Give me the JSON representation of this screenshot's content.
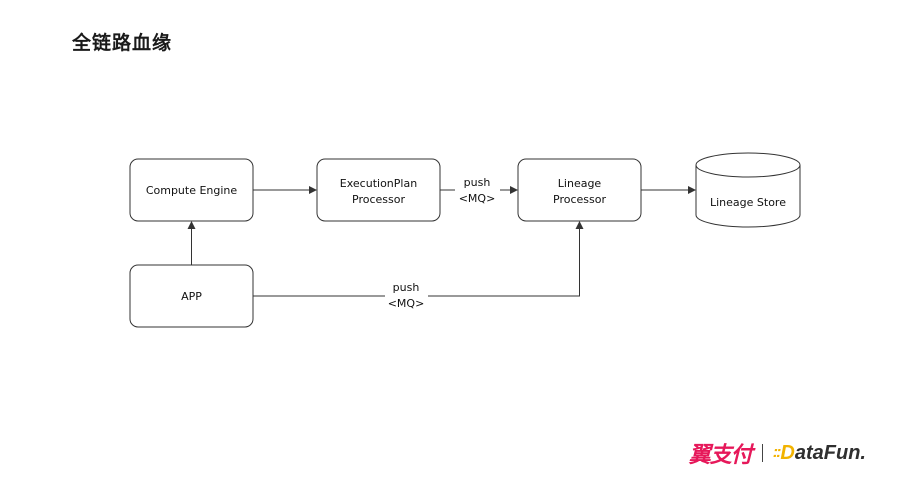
{
  "title": "全链路血缘",
  "nodes": {
    "compute_engine": "Compute Engine",
    "execution_plan": [
      "ExecutionPlan",
      "Processor"
    ],
    "lineage_processor": [
      "Lineage",
      "Processor"
    ],
    "lineage_store": "Lineage Store",
    "app": "APP"
  },
  "edges": {
    "push_top": [
      "push",
      "<MQ>"
    ],
    "push_bottom": [
      "push",
      "<MQ>"
    ]
  },
  "brand": {
    "yi": "翼支付",
    "dots": "::",
    "d": "D",
    "rest": "ataFun."
  },
  "colors": {
    "stroke": "#333333",
    "brand_red": "#e6185a",
    "brand_yellow": "#f2b300"
  }
}
